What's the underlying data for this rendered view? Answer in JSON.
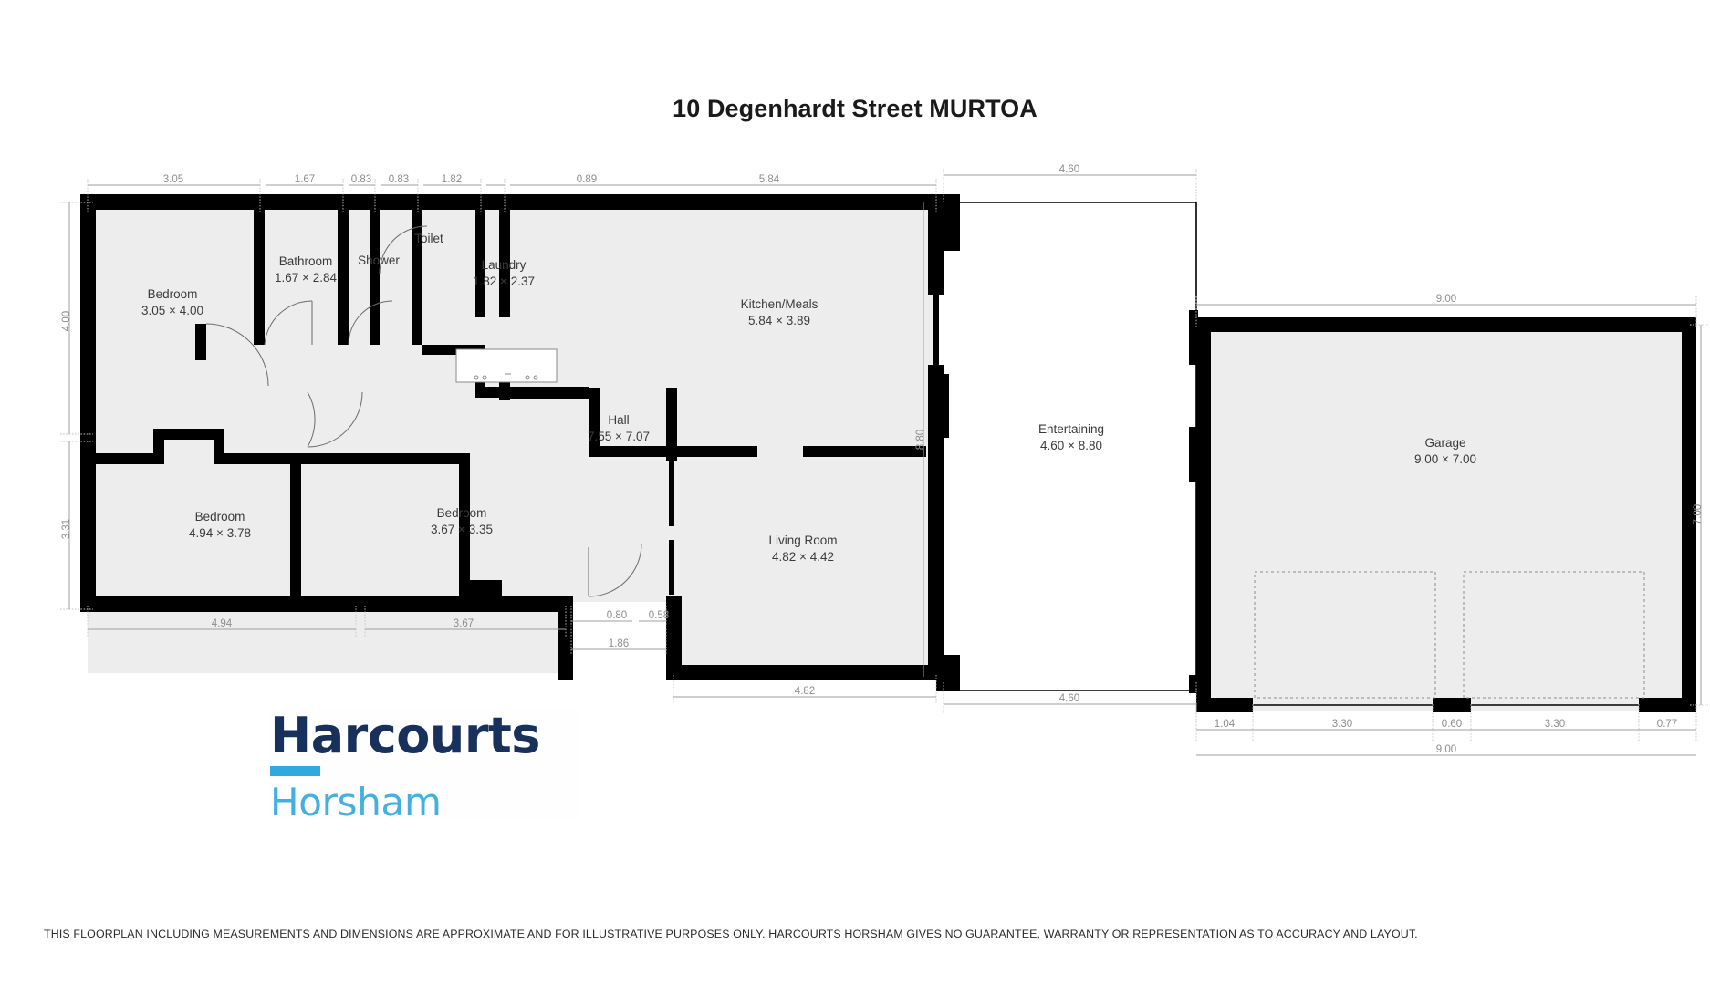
{
  "title": "10 Degenhardt Street MURTOA",
  "brand": {
    "primary": "Harcourts",
    "secondary": "Horsham",
    "primary_color": "#17315c",
    "secondary_color": "#43b0e0",
    "rule_color": "#30a9dc"
  },
  "disclaimer": "THIS FLOORPLAN INCLUDING MEASUREMENTS AND DIMENSIONS ARE APPROXIMATE AND FOR ILLUSTRATIVE PURPOSES ONLY. HARCOURTS HORSHAM GIVES NO GUARANTEE, WARRANTY OR REPRESENTATION AS TO ACCURACY AND LAYOUT.",
  "colors": {
    "wall": "#000000",
    "room_fill": "#ededed",
    "dimension": "#9f9f9f",
    "label": "#3b3b3b"
  },
  "rooms": [
    {
      "id": "bedroom-1",
      "name": "Bedroom",
      "dims": "3.05 × 4.00"
    },
    {
      "id": "bathroom",
      "name": "Bathroom",
      "dims": "1.67 × 2.84"
    },
    {
      "id": "shower",
      "name": "Shower",
      "dims": ""
    },
    {
      "id": "toilet",
      "name": "Toilet",
      "dims": ""
    },
    {
      "id": "laundry",
      "name": "Laundry",
      "dims": "1.82 × 2.37"
    },
    {
      "id": "kitchen-meals",
      "name": "Kitchen/Meals",
      "dims": "5.84 × 3.89"
    },
    {
      "id": "hall",
      "name": "Hall",
      "dims": "7.55 × 7.07"
    },
    {
      "id": "bedroom-2",
      "name": "Bedroom",
      "dims": "4.94 × 3.78"
    },
    {
      "id": "bedroom-3",
      "name": "Bedroom",
      "dims": "3.67 × 3.35"
    },
    {
      "id": "living-room",
      "name": "Living Room",
      "dims": "4.82 × 4.42"
    },
    {
      "id": "entertaining",
      "name": "Entertaining",
      "dims": "4.60 × 8.80"
    },
    {
      "id": "garage",
      "name": "Garage",
      "dims": "9.00 × 7.00"
    }
  ],
  "dimensions": {
    "top_house": [
      "3.05",
      "1.67",
      "0.83",
      "0.83",
      "1.82",
      "0.89",
      "5.84"
    ],
    "top_entertaining": "4.60",
    "top_garage": "9.00",
    "left_upper": "4.00",
    "left_lower": "3.31",
    "right_house": "8.80",
    "right_garage": "7.00",
    "bottom_bedrooms": [
      "4.94",
      "3.67"
    ],
    "bottom_small": [
      "0.80",
      "0.58"
    ],
    "bottom_nook": "1.86",
    "bottom_living": "4.82",
    "bottom_entertaining": "4.60",
    "bottom_garage_segments": [
      "1.04",
      "3.30",
      "0.60",
      "3.30",
      "0.77"
    ],
    "bottom_garage_total": "9.00"
  },
  "chart_data": {
    "type": "table",
    "title": "10 Degenhardt Street MURTOA",
    "categories": [
      "Bedroom",
      "Bathroom",
      "Shower",
      "Toilet",
      "Laundry",
      "Kitchen/Meals",
      "Hall",
      "Bedroom",
      "Bedroom",
      "Living Room",
      "Entertaining",
      "Garage"
    ],
    "values": [
      "3.05 × 4.00",
      "1.67 × 2.84",
      "",
      "",
      "1.82 × 2.37",
      "5.84 × 3.89",
      "7.55 × 7.07",
      "4.94 × 3.78",
      "3.67 × 3.35",
      "4.82 × 4.42",
      "4.60 × 8.80",
      "9.00 × 7.00"
    ]
  }
}
